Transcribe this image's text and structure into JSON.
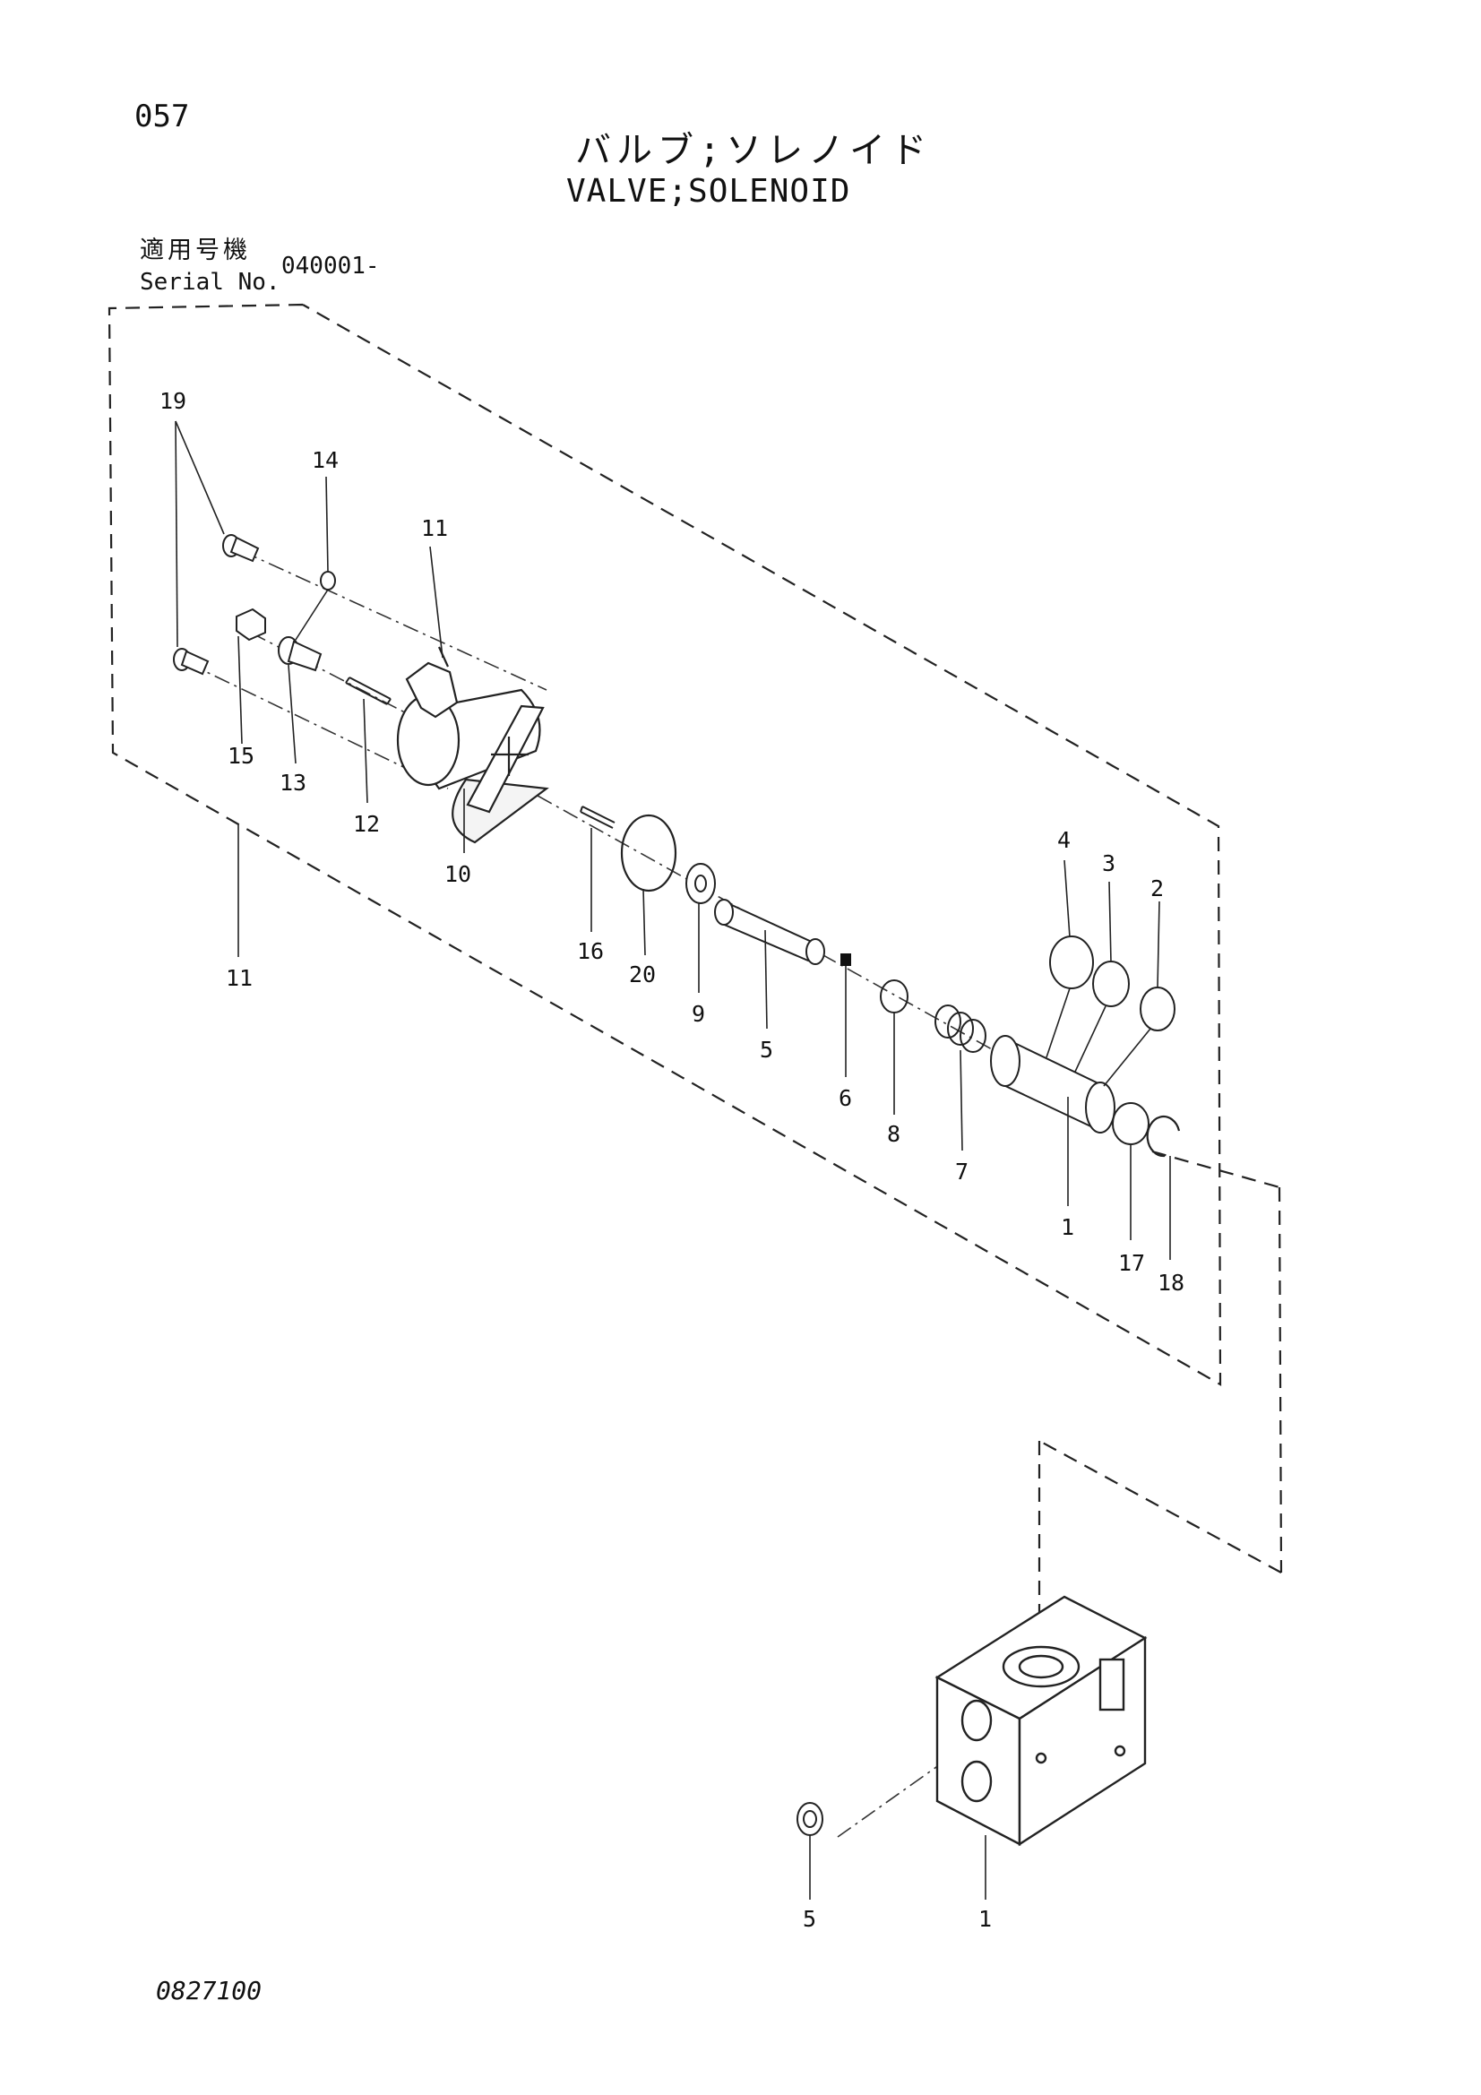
{
  "header": {
    "page_number": "057",
    "title_jp": "バルブ;ソレノイド",
    "title_en": "VALVE;SOLENOID",
    "serial_label_jp": "適用号機",
    "serial_label_en": "Serial No.",
    "serial_value": "040001-"
  },
  "callouts": {
    "c1_upper": "1",
    "c2": "2",
    "c3": "3",
    "c4": "4",
    "c5_upper": "5",
    "c6": "6",
    "c7": "7",
    "c8": "8",
    "c9": "9",
    "c10": "10",
    "c11_upper": "11",
    "c11_lower": "11",
    "c12": "12",
    "c13": "13",
    "c14": "14",
    "c15": "15",
    "c16": "16",
    "c17": "17",
    "c18": "18",
    "c19": "19",
    "c20": "20",
    "c5_lower": "5",
    "c1_lower": "1"
  },
  "footer": {
    "doc_code": "0827100"
  }
}
